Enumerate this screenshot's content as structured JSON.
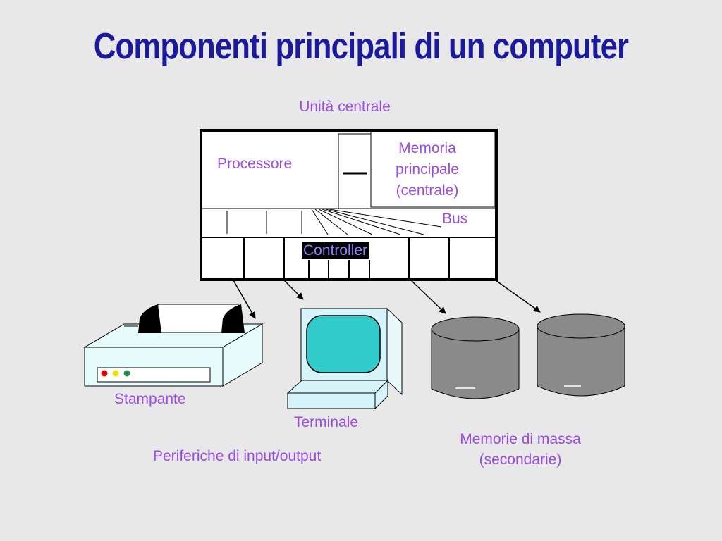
{
  "title": "Componenti principali di un computer",
  "labels": {
    "central_unit": "Unità  centrale",
    "processor": "Processore",
    "main_memory": [
      "Memoria",
      "principale",
      "(centrale)"
    ],
    "bus": "Bus",
    "controller": "Controller",
    "printer": "Stampante",
    "terminal": "Terminale",
    "io_peripherals": "Periferiche di input/output",
    "mass_storage": [
      "Memorie di massa",
      "(secondarie)"
    ]
  },
  "colors": {
    "title": "#1a1a9a",
    "label": "#9a4de0",
    "printer_body": "#e6fbfb",
    "terminal_frame": "#d8f4fb",
    "screen": "#33cccc",
    "disk": "#8a8a8a",
    "led_red": "#e00000",
    "led_yellow": "#f0e000",
    "led_green": "#2a8a4a"
  }
}
